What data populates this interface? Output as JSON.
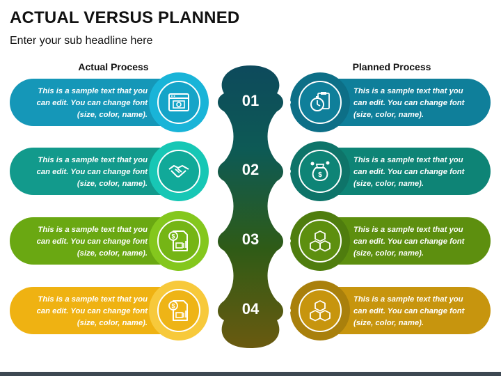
{
  "title": "ACTUAL VERSUS PLANNED",
  "subtitle": "Enter your sub headline here",
  "columns": {
    "left": "Actual Process",
    "right": "Planned Process"
  },
  "rows": [
    {
      "number": "01",
      "left_text": "This is a sample text that you can edit. You can change font (size, color, name).",
      "right_text": "This is a sample text that you can edit. You can change font (size, color, name).",
      "left_icon": "browser-window-icon",
      "right_icon": "clipboard-stopwatch-icon",
      "colors": {
        "pill": "#1597b8",
        "ring": "#19b4d8",
        "inner": "#15a4c8",
        "dark": "#0f6e87"
      }
    },
    {
      "number": "02",
      "left_text": "This is a sample text that you can edit. You can change font (size, color, name).",
      "right_text": "This is a sample text that you can edit. You can change font (size, color, name).",
      "left_icon": "handshake-icon",
      "right_icon": "money-bag-growth-icon",
      "colors": {
        "pill": "#129a8c",
        "ring": "#17c7b5",
        "inner": "#11a999",
        "dark": "#0e7469"
      }
    },
    {
      "number": "03",
      "left_text": "This is a sample text that you can edit. You can change font (size, color, name).",
      "right_text": "This is a sample text that you can edit. You can change font (size, color, name).",
      "left_icon": "financial-document-icon",
      "right_icon": "stacked-boxes-icon",
      "colors": {
        "pill": "#6aa812",
        "ring": "#84c71d",
        "inner": "#75b515",
        "dark": "#4f7d0e"
      }
    },
    {
      "number": "04",
      "left_text": "This is a sample text that you can edit. You can change font (size, color, name).",
      "right_text": "This is a sample text that you can edit. You can change font (size, color, name).",
      "left_icon": "financial-document-icon",
      "right_icon": "stacked-boxes-icon",
      "colors": {
        "pill": "#d8a10f",
        "ring": "#f2be2a",
        "inner": "#e3ad17",
        "dark": "#a9800c"
      }
    }
  ]
}
